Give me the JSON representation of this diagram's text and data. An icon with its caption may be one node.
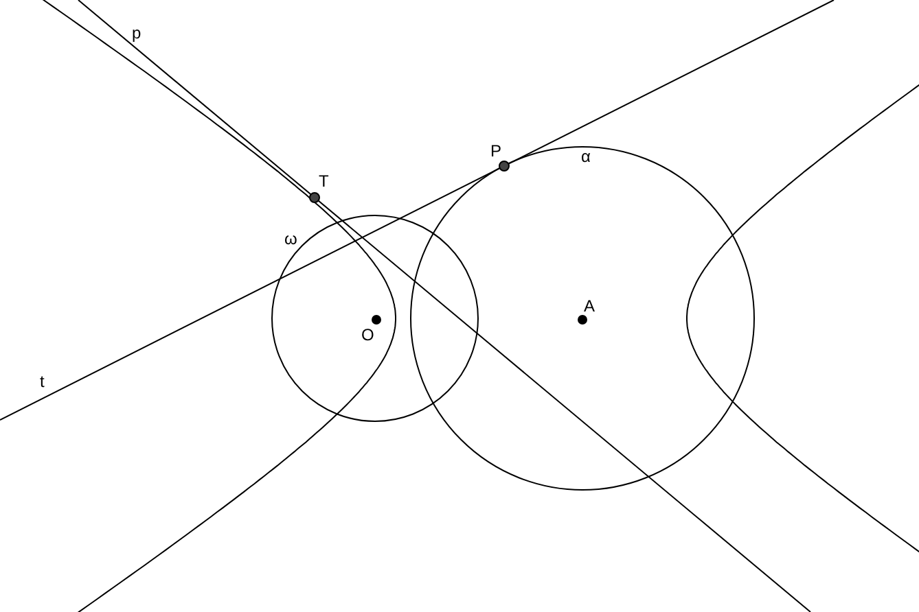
{
  "diagram": {
    "labels": [
      "p",
      "P",
      "α",
      "T",
      "ω",
      "A",
      "O",
      "t"
    ]
  }
}
